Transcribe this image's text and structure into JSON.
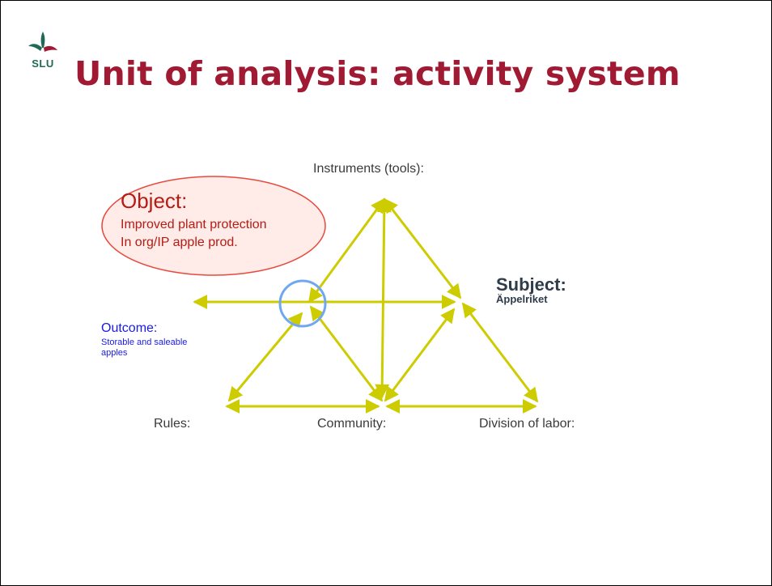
{
  "logo": {
    "text": "SLU",
    "icon": "slu-leaf-icon",
    "color": "#1f6a56",
    "accent": "#a01a33"
  },
  "title": "Unit of analysis: activity system",
  "diagram": {
    "instruments": "Instruments (tools):",
    "rules": "Rules:",
    "community": "Community:",
    "division_of_labor": "Division of labor:",
    "subject": {
      "title": "Subject:",
      "name": "Äppelriket"
    },
    "outcome": {
      "title": "Outcome:",
      "text": "Storable and saleable apples"
    },
    "object": {
      "title": "Object:",
      "line1": "Improved plant protection",
      "line2": "In org/IP apple prod."
    }
  },
  "colors": {
    "title": "#a01a33",
    "arrows": "#cccc00",
    "object": "#b51c15",
    "object_ellipse": "#e64a3c",
    "outcome": "#1a1ae6",
    "subject": "#2e3d49",
    "highlight_circle": "#6fa8f0"
  }
}
